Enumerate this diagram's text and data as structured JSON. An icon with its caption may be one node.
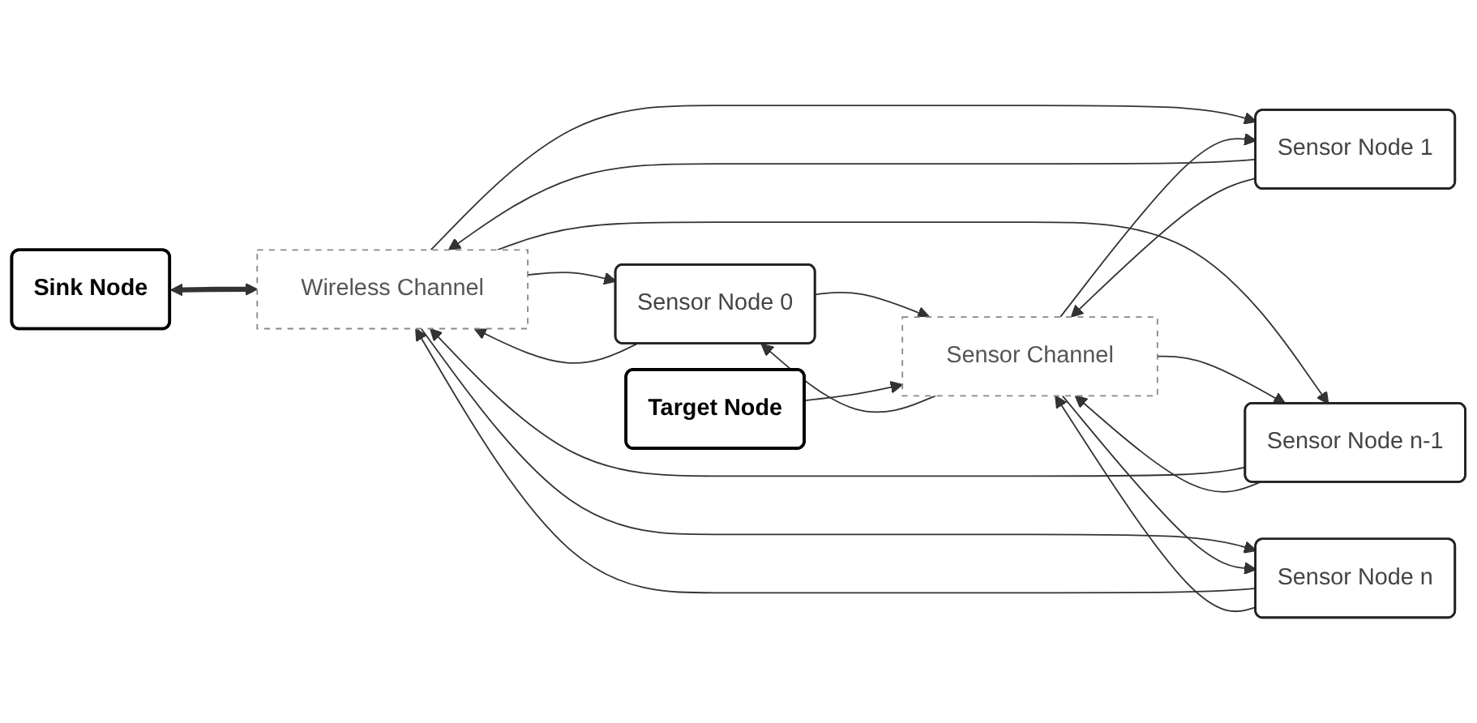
{
  "diagram": {
    "nodes": [
      {
        "text": [
          "Sink Node"
        ]
      },
      {
        "text": [
          "Wireless Channel"
        ]
      },
      {
        "text": [
          "Sensor Node 0"
        ]
      },
      {
        "text": [
          "Sensor Node 1"
        ]
      },
      {
        "text": [
          "Sensor Node n-1"
        ]
      },
      {
        "text": [
          "Sensor Node n"
        ]
      },
      {
        "text": [
          "Sensor Channel"
        ]
      },
      {
        "text": [
          "Target Node"
        ]
      }
    ],
    "edges": [
      {
        "from": 0,
        "to": 1,
        "arrow": "both",
        "style": "thick"
      },
      {
        "from": 1,
        "to": 2,
        "arrow": "to"
      },
      {
        "from": 2,
        "to": 1,
        "arrow": "to"
      },
      {
        "from": 1,
        "to": 3,
        "arrow": "to"
      },
      {
        "from": 3,
        "to": 1,
        "arrow": "to"
      },
      {
        "from": 1,
        "to": 4,
        "arrow": "to"
      },
      {
        "from": 4,
        "to": 1,
        "arrow": "to"
      },
      {
        "from": 1,
        "to": 5,
        "arrow": "to"
      },
      {
        "from": 5,
        "to": 1,
        "arrow": "to"
      },
      {
        "from": 2,
        "to": 6,
        "arrow": "to"
      },
      {
        "from": 6,
        "to": 2,
        "arrow": "to"
      },
      {
        "from": 3,
        "to": 6,
        "arrow": "to"
      },
      {
        "from": 6,
        "to": 3,
        "arrow": "to"
      },
      {
        "from": 4,
        "to": 6,
        "arrow": "to"
      },
      {
        "from": 6,
        "to": 4,
        "arrow": "to"
      },
      {
        "from": 5,
        "to": 6,
        "arrow": "to"
      },
      {
        "from": 6,
        "to": 5,
        "arrow": "to"
      },
      {
        "from": 7,
        "to": 6,
        "arrow": "to"
      }
    ]
  }
}
